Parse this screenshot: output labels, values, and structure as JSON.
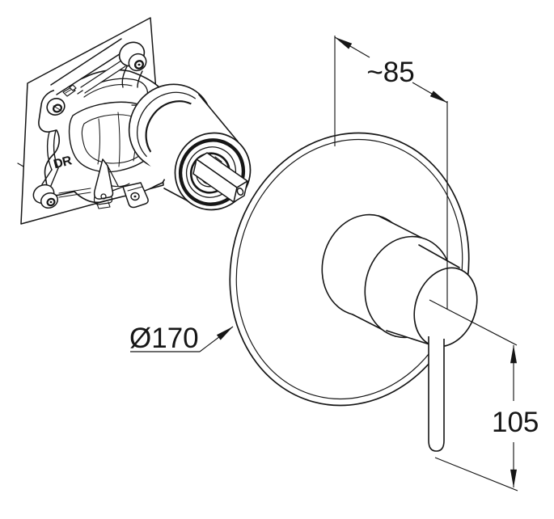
{
  "drawing": {
    "background_color": "#ffffff",
    "line_color": "#161616",
    "annotations": {
      "depth_dimension": "~85",
      "diameter_dimension": "Ø170",
      "lever_length_dimension": "105",
      "valve_body_marking": "DR"
    }
  }
}
